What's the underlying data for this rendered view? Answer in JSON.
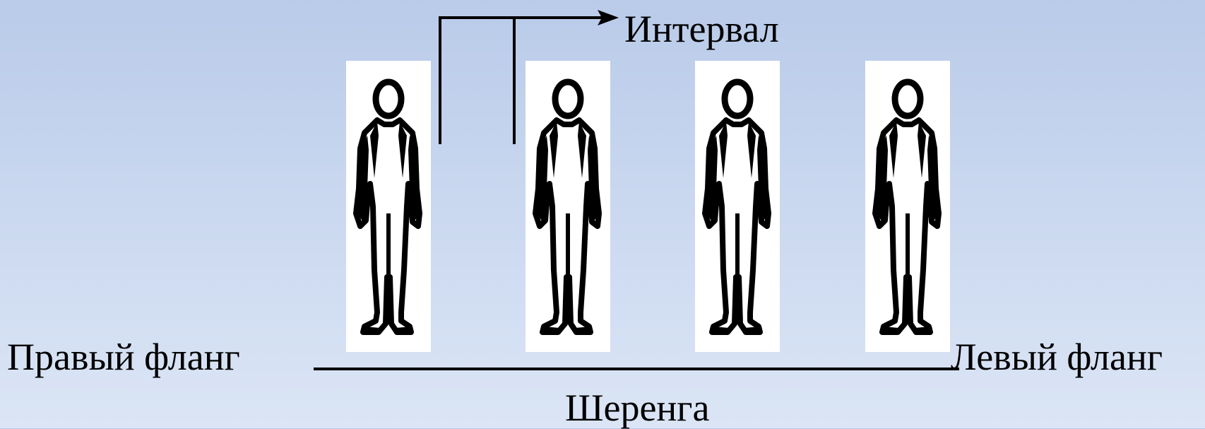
{
  "labels": {
    "interval": "Интервал",
    "right_flank": "Правый фланг",
    "left_flank": "Левый фланг",
    "rank": "Шеренга"
  },
  "figures": {
    "count": 4,
    "icon": "standing-person-icon"
  },
  "colors": {
    "background_top": "#b9cbe9",
    "background_bottom": "#dbe5f5",
    "card": "#ffffff",
    "ink": "#000000"
  }
}
